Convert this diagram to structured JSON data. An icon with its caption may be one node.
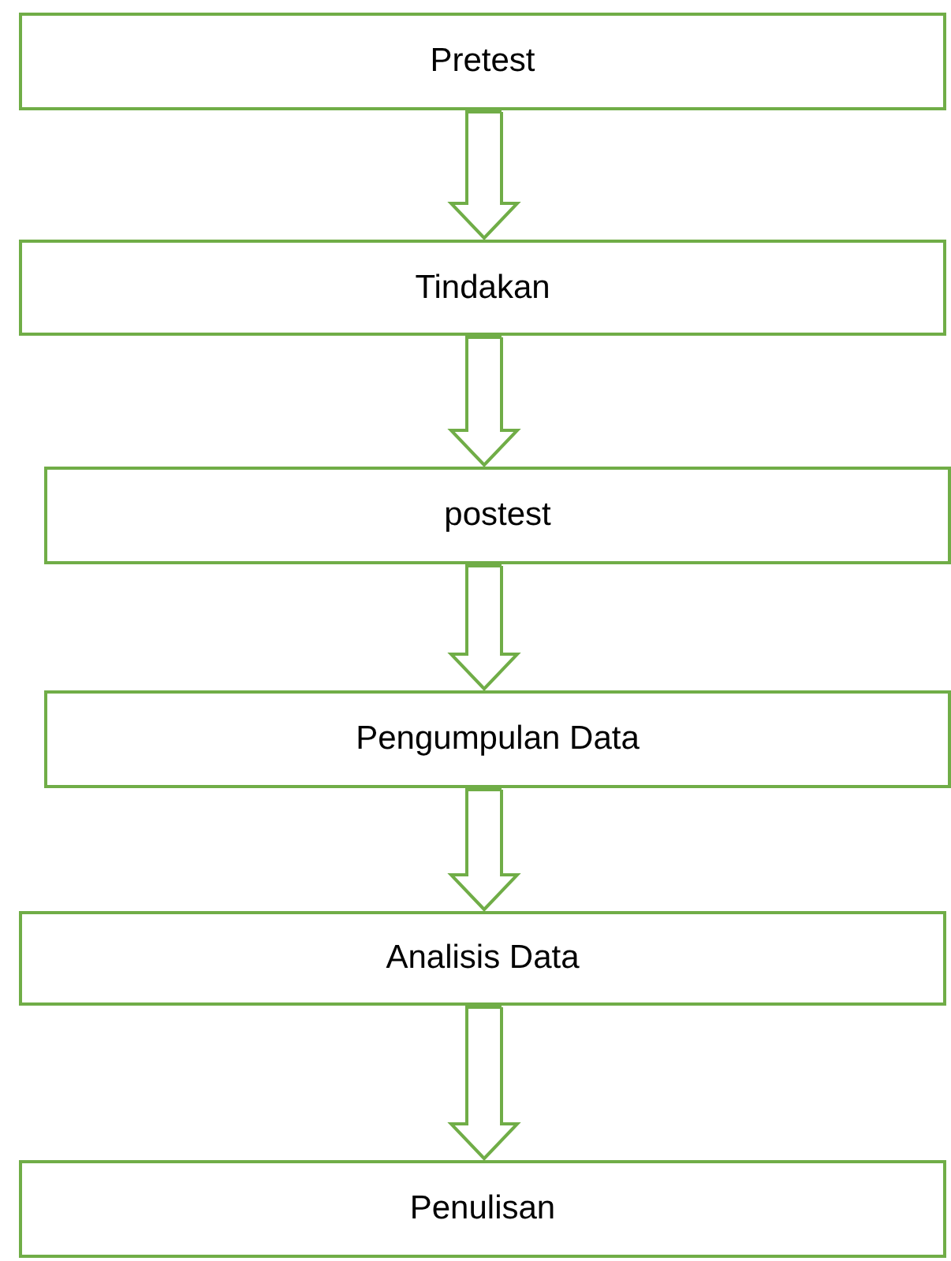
{
  "diagram": {
    "nodes": [
      {
        "text": [
          "Pretest"
        ]
      },
      {
        "text": [
          "Tindakan"
        ]
      },
      {
        "text": [
          "postest"
        ]
      },
      {
        "text": [
          "Pengumpulan Data"
        ]
      },
      {
        "text": [
          "Analisis Data"
        ]
      },
      {
        "text": [
          "Penulisan"
        ]
      }
    ],
    "edges": [
      {
        "from": 0,
        "to": 1,
        "arrow": "to"
      },
      {
        "from": 1,
        "to": 2,
        "arrow": "to"
      },
      {
        "from": 2,
        "to": 3,
        "arrow": "to"
      },
      {
        "from": 3,
        "to": 4,
        "arrow": "to"
      },
      {
        "from": 4,
        "to": 5,
        "arrow": "to"
      }
    ]
  }
}
